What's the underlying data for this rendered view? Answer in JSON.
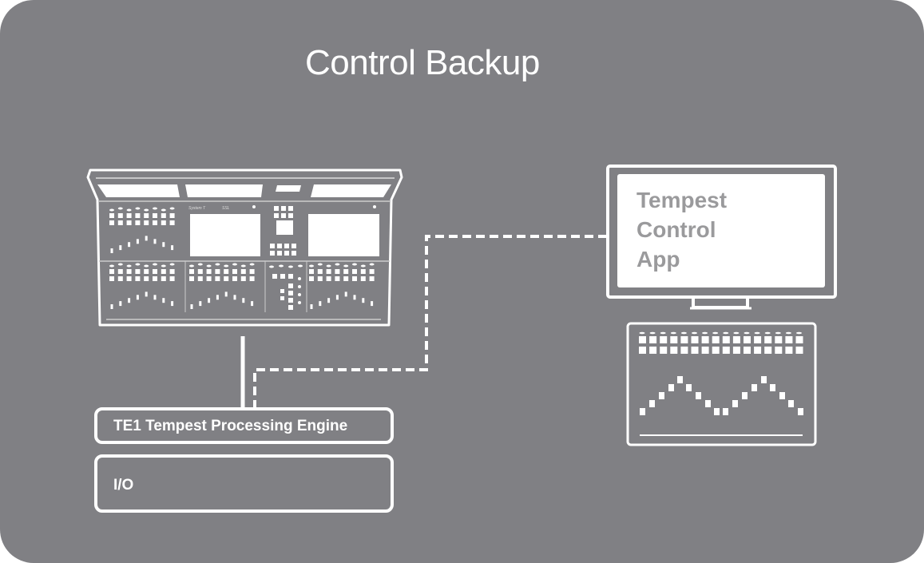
{
  "title": "Control Backup",
  "console": {
    "label_left": "System T",
    "label_right": "SSL"
  },
  "engine": {
    "label": "TE1 Tempest Processing Engine"
  },
  "io": {
    "label": "I/O"
  },
  "monitor": {
    "app_lines": [
      "Tempest",
      "Control",
      "App"
    ]
  },
  "connections": [
    {
      "from": "console",
      "to": "engine",
      "style": "solid"
    },
    {
      "from": "engine",
      "to": "monitor",
      "style": "dashed"
    }
  ],
  "colors": {
    "background": "#808084",
    "foreground": "#ffffff",
    "app_text": "#9a9a9c"
  }
}
